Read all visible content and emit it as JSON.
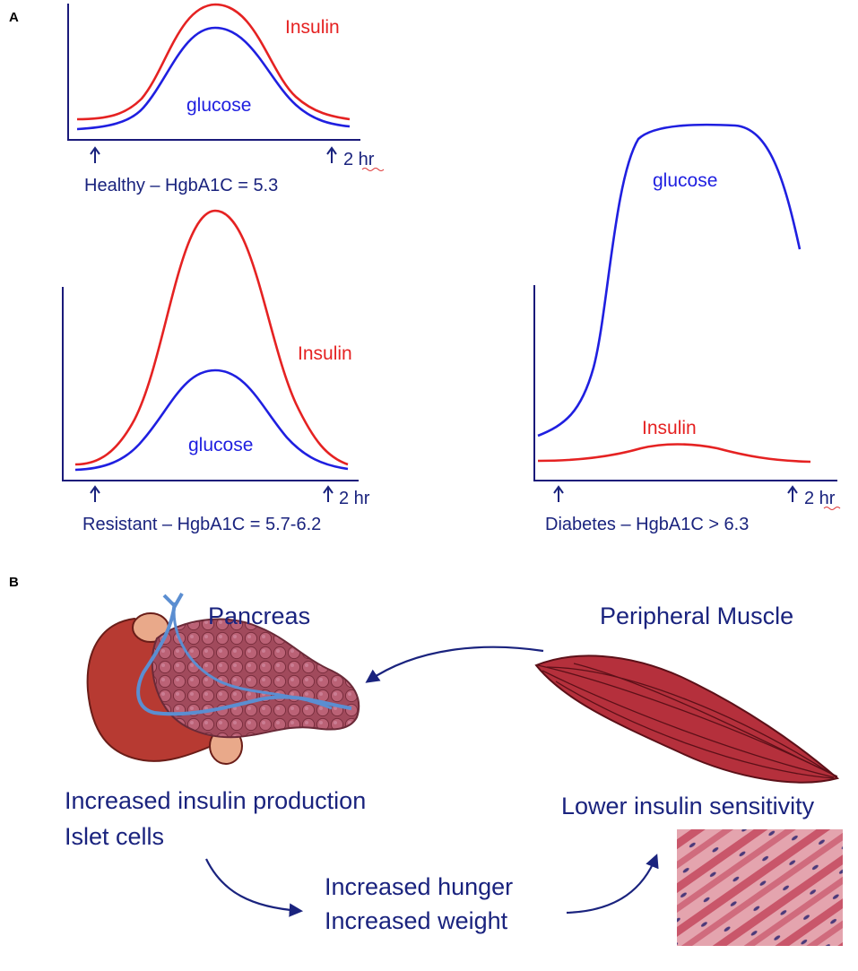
{
  "panel_a": {
    "label": "A",
    "healthy": {
      "insulin_label": "Insulin",
      "glucose_label": "glucose",
      "time_label": "2 hr",
      "caption": "Healthy – HgbA1C = 5.3"
    },
    "resistant": {
      "insulin_label": "Insulin",
      "glucose_label": "glucose",
      "time_label": "2 hr",
      "caption": "Resistant – HgbA1C = 5.7-6.2"
    },
    "diabetes": {
      "insulin_label": "Insulin",
      "glucose_label": "glucose",
      "time_label": "2 hr",
      "caption": "Diabetes – HgbA1C > 6.3"
    }
  },
  "panel_b": {
    "label": "B",
    "pancreas_title": "Pancreas",
    "muscle_title": "Peripheral Muscle",
    "pancreas_caption_1": "Increased insulin production",
    "pancreas_caption_2": "Islet cells",
    "muscle_caption": "Lower insulin sensitivity",
    "middle_1": "Increased hunger",
    "middle_2": "Increased weight"
  },
  "colors": {
    "glucose": "#1f1fe0",
    "insulin": "#e52222",
    "text": "#1a237e",
    "muscle": "#b5303c"
  }
}
